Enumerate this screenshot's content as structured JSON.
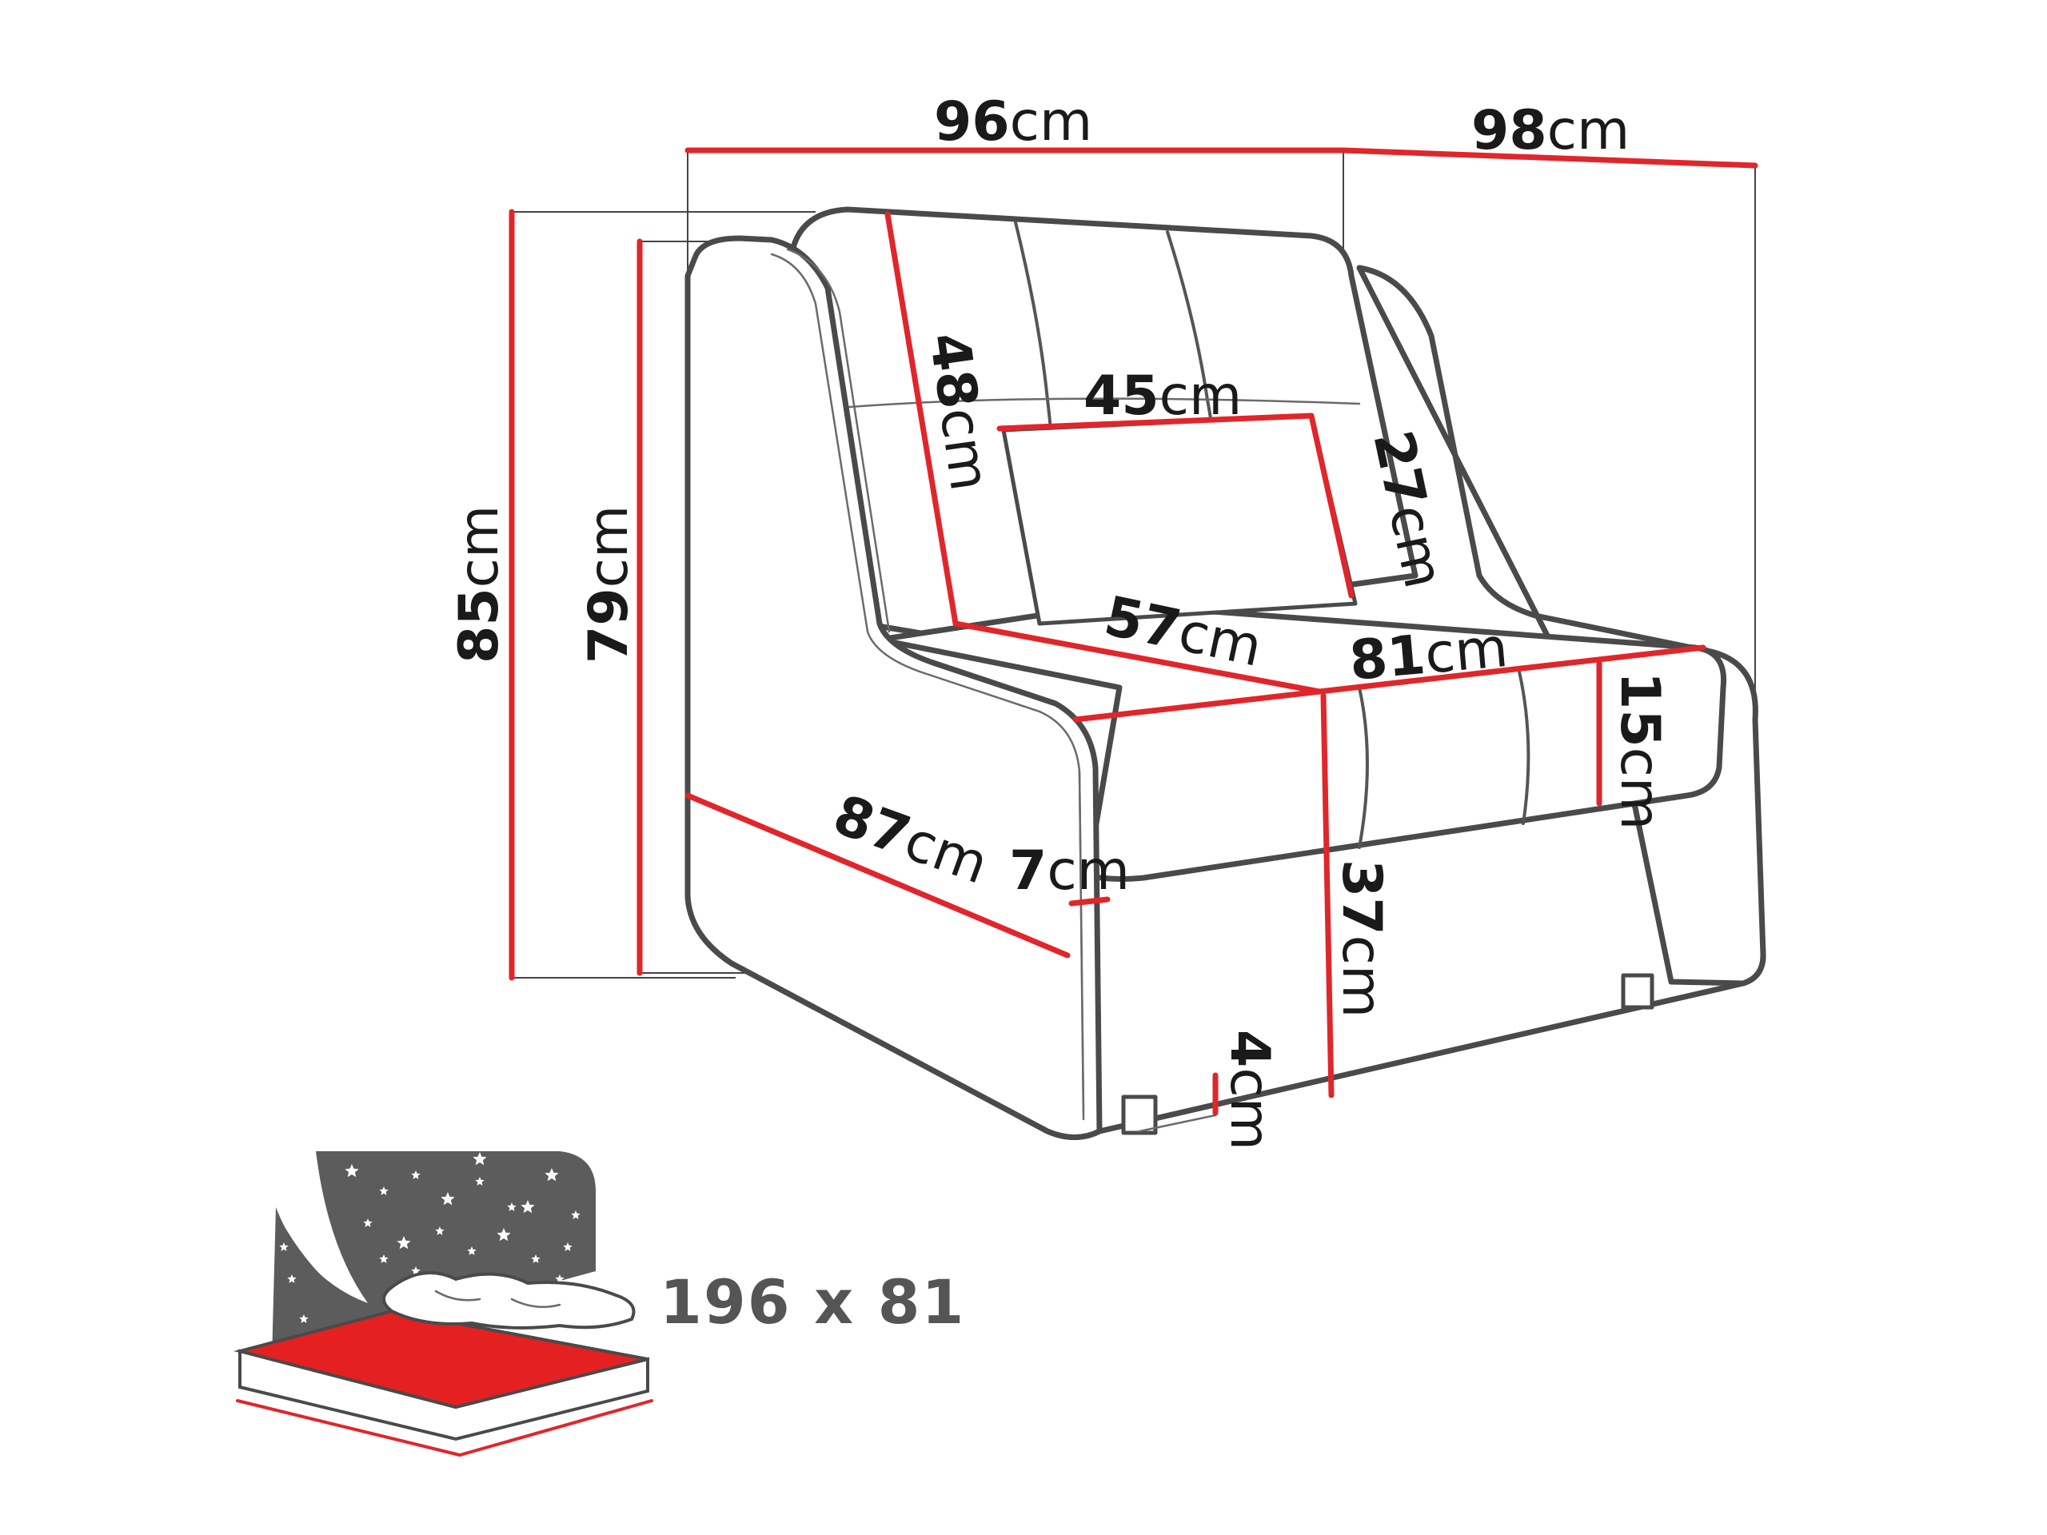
{
  "dimensions": {
    "width_96": {
      "value": "96",
      "unit": "cm"
    },
    "depth_98": {
      "value": "98",
      "unit": "cm"
    },
    "height_85": {
      "value": "85",
      "unit": "cm"
    },
    "height_79": {
      "value": "79",
      "unit": "cm"
    },
    "backrest_48": {
      "value": "48",
      "unit": "cm"
    },
    "cushion_width_45": {
      "value": "45",
      "unit": "cm"
    },
    "cushion_height_27": {
      "value": "27",
      "unit": "cm"
    },
    "seat_depth_57": {
      "value": "57",
      "unit": "cm"
    },
    "seat_width_81": {
      "value": "81",
      "unit": "cm"
    },
    "seat_thickness_15": {
      "value": "15",
      "unit": "cm"
    },
    "side_depth_87": {
      "value": "87",
      "unit": "cm"
    },
    "arm_7": {
      "value": "7",
      "unit": "cm"
    },
    "seat_height_37": {
      "value": "37",
      "unit": "cm"
    },
    "leg_4": {
      "value": "4",
      "unit": "cm"
    }
  },
  "sleeping_area": {
    "label": "196 x 81"
  },
  "colors": {
    "dimension_line": "#e0262b",
    "outline": "#4a4a4a",
    "night_sky": "#5c5c5c",
    "mattress_top": "#e52020"
  }
}
